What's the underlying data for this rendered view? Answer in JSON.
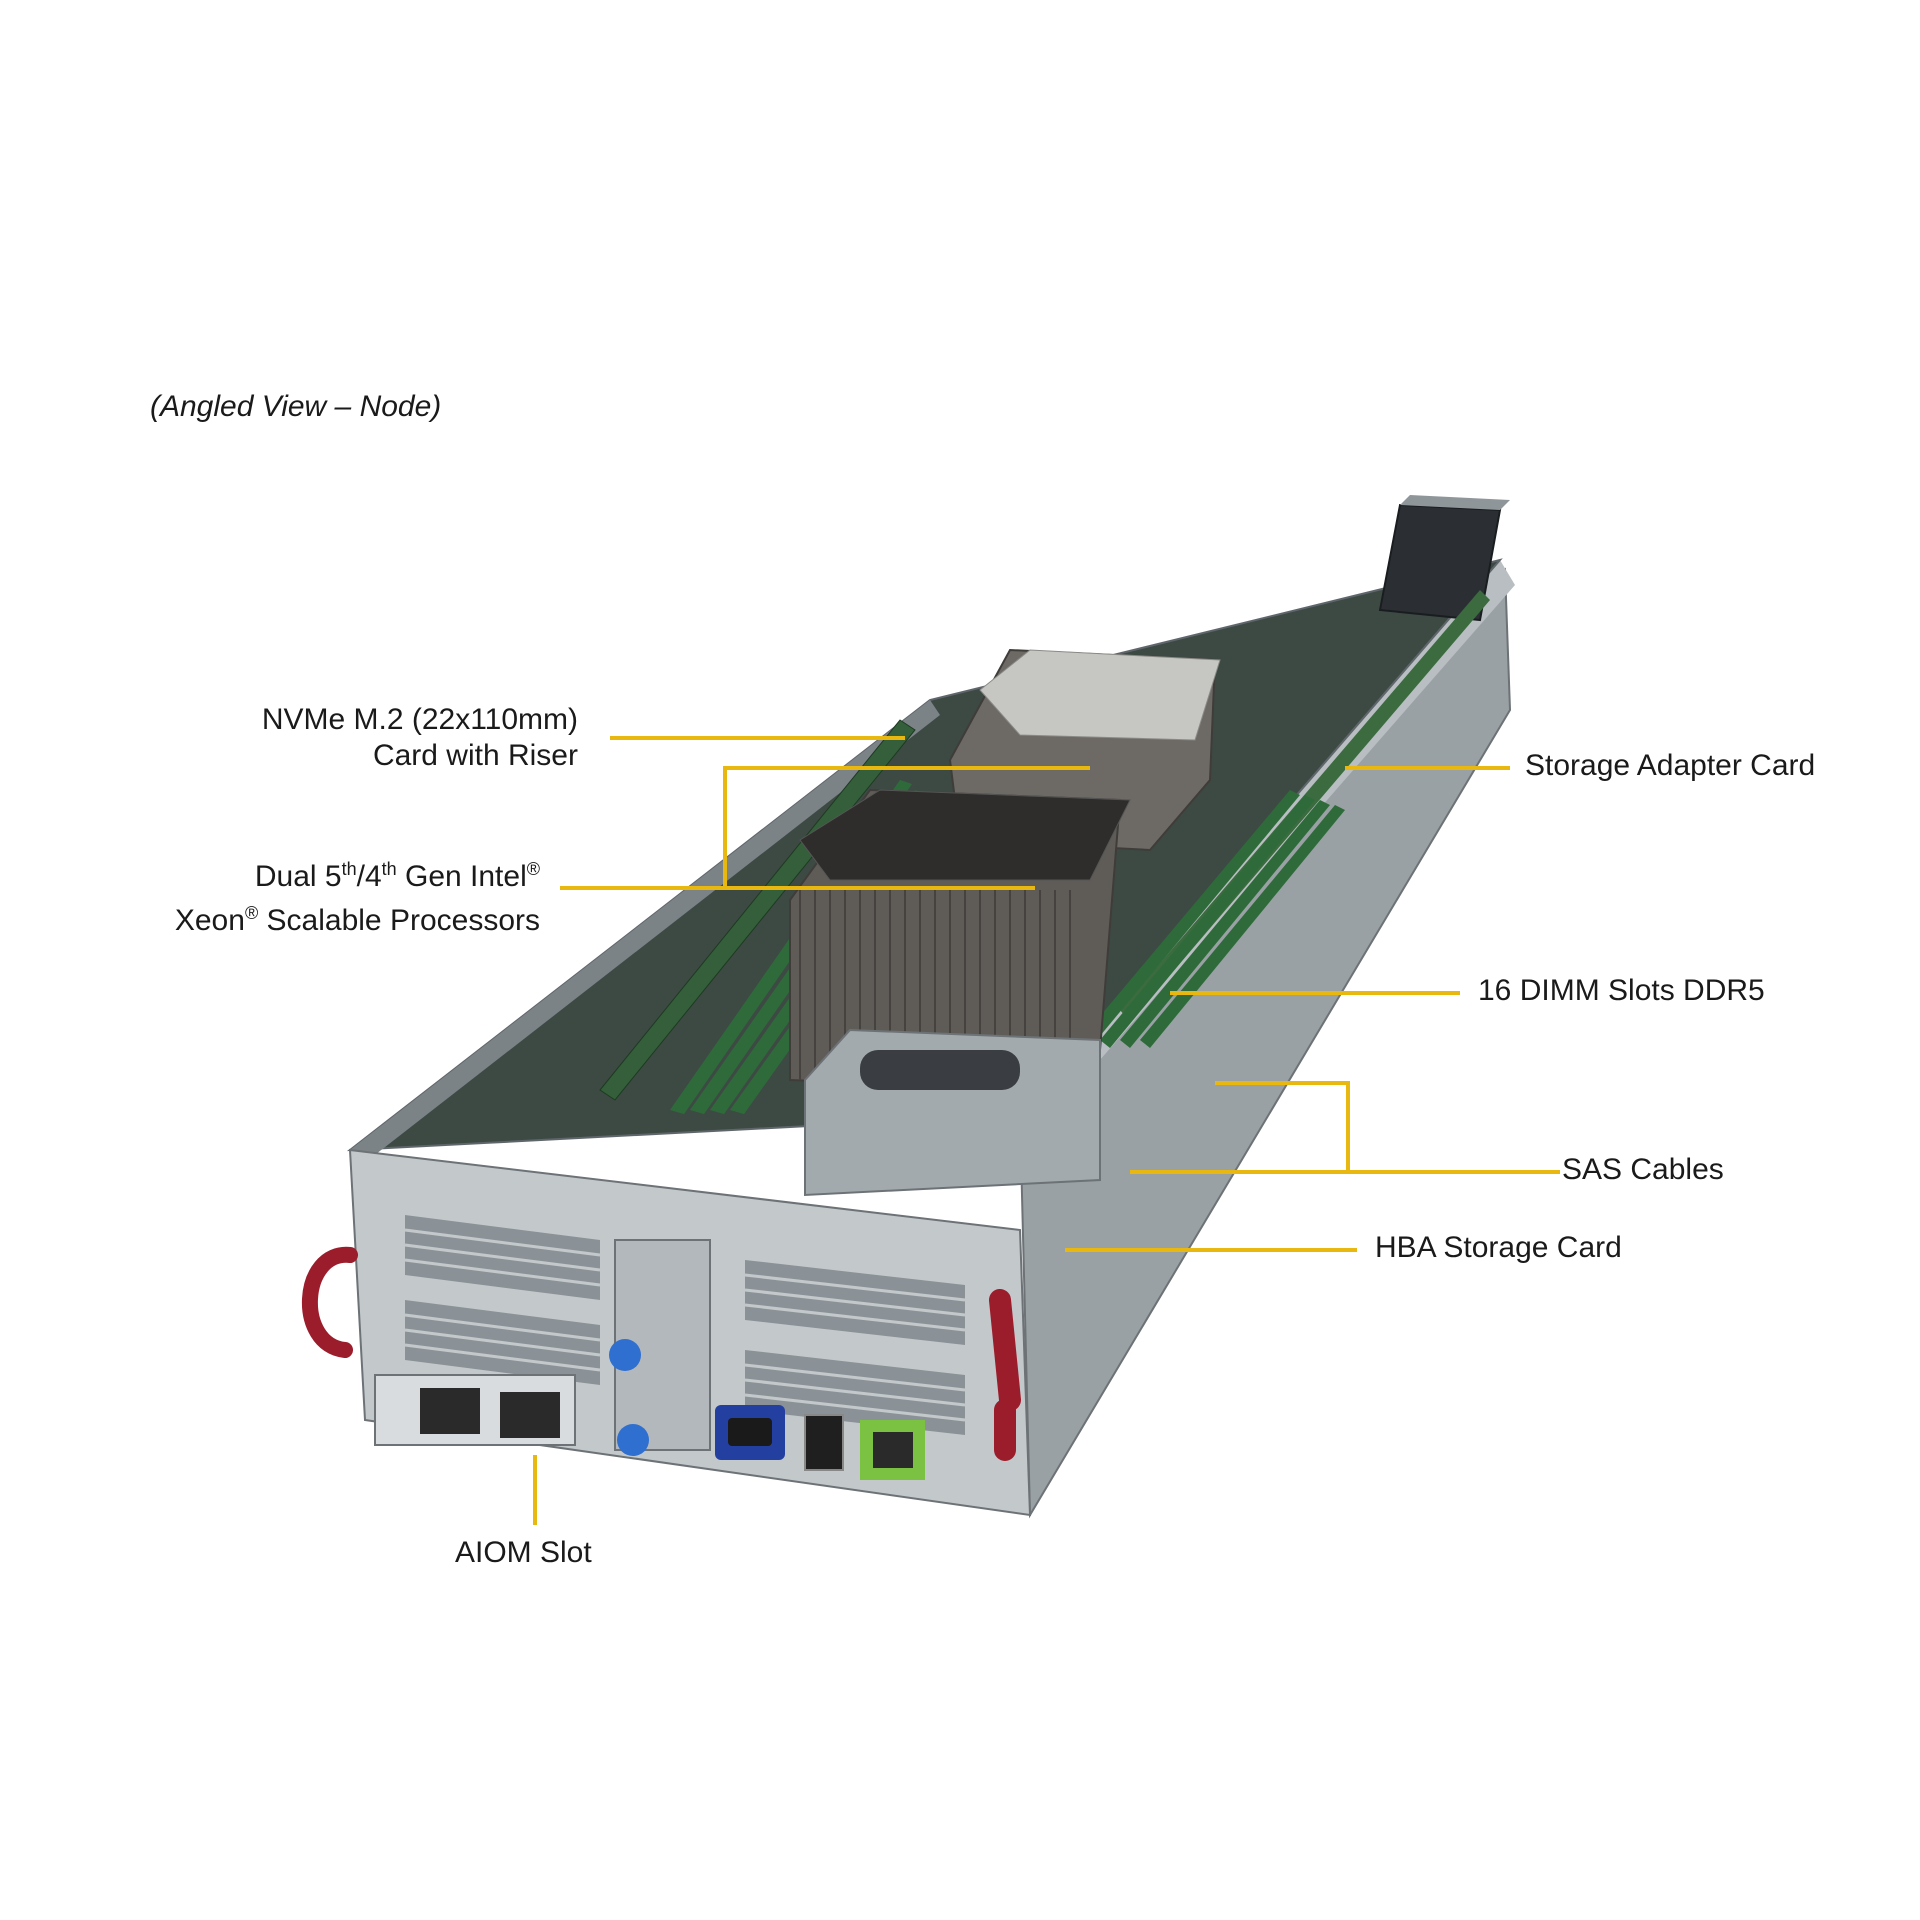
{
  "caption": "(Angled View – Node)",
  "labels": {
    "nvme_line1": "NVMe M.2 (22x110mm)",
    "nvme_line2": "Card with Riser",
    "cpu_line1_a": "Dual 5",
    "cpu_line1_sup1": "th",
    "cpu_line1_b": "/4",
    "cpu_line1_sup2": "th",
    "cpu_line1_c": " Gen Intel",
    "cpu_line1_sup3": "®",
    "cpu_line2_a": "Xeon",
    "cpu_line2_sup": "®",
    "cpu_line2_b": " Scalable Processors",
    "storage_adapter": "Storage Adapter Card",
    "dimm": "16 DIMM  Slots DDR5",
    "sas": "SAS Cables",
    "hba": "HBA Storage Card",
    "aiom": "AIOM  Slot"
  },
  "colors": {
    "leader": "#e8b810",
    "chassis": "#8d9499",
    "chassis_dark": "#5f666b",
    "heatsink": "#6d6a66",
    "dimm": "#2f6b3a",
    "handle": "#9b1d2c",
    "vga": "#2340a0",
    "lan_green": "#7cc242",
    "knob": "#2f6fd0"
  }
}
